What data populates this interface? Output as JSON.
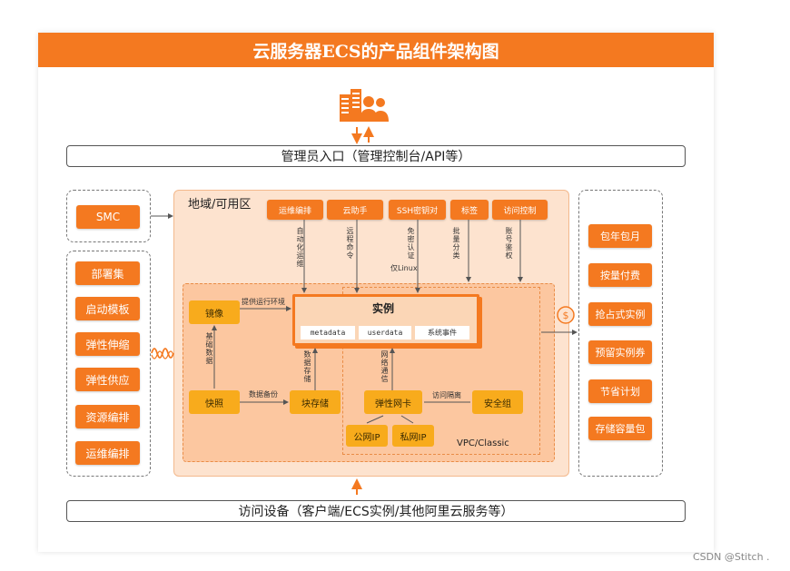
{
  "title": "云服务器ECS的产品组件架构图",
  "admin_entry": "管理员入口（管理控制台/API等）",
  "access_devices": "访问设备（客户端/ECS实例/其他阿里云服务等）",
  "left_panel": {
    "smc": "SMC",
    "items": [
      "部署集",
      "启动模板",
      "弹性伸缩",
      "弹性供应",
      "资源编排",
      "运维编排"
    ]
  },
  "region": {
    "label": "地域/可用区",
    "top_services": [
      "运维编排",
      "云助手",
      "SSH密钥对",
      "标签",
      "访问控制"
    ],
    "top_links": [
      "自动化运维",
      "远程命令",
      "免密认证",
      "仅Linux",
      "批量分类",
      "账号鉴权"
    ],
    "image": "镜像",
    "image_link": "提供运行环境",
    "image_snapshot_link": "基础数据",
    "snapshot": "快照",
    "snapshot_link": "数据备份",
    "block_storage": "块存储",
    "storage_link": "数据存储",
    "instance": {
      "title": "实例",
      "chips": [
        "metadata",
        "userdata",
        "系统事件"
      ]
    },
    "eni": "弹性网卡",
    "eni_link": "网络通信",
    "security_group": "安全组",
    "sg_link": "访问隔离",
    "public_ip": "公网IP",
    "private_ip": "私网IP",
    "vpc": "VPC/Classic"
  },
  "right_panel": {
    "items": [
      "包年包月",
      "按量付费",
      "抢占式实例",
      "预留实例券",
      "节省计划",
      "存储容量包"
    ]
  },
  "watermark": "CSDN @Stitch .",
  "colors": {
    "accent": "#f47920",
    "yellow": "#f8ab1c",
    "region_bg": "#fde3cf",
    "inner_bg": "#fcc7a0"
  },
  "icons": {
    "admin": "admin-building-icon",
    "wave": "wave-icon",
    "money": "dollar-icon"
  }
}
